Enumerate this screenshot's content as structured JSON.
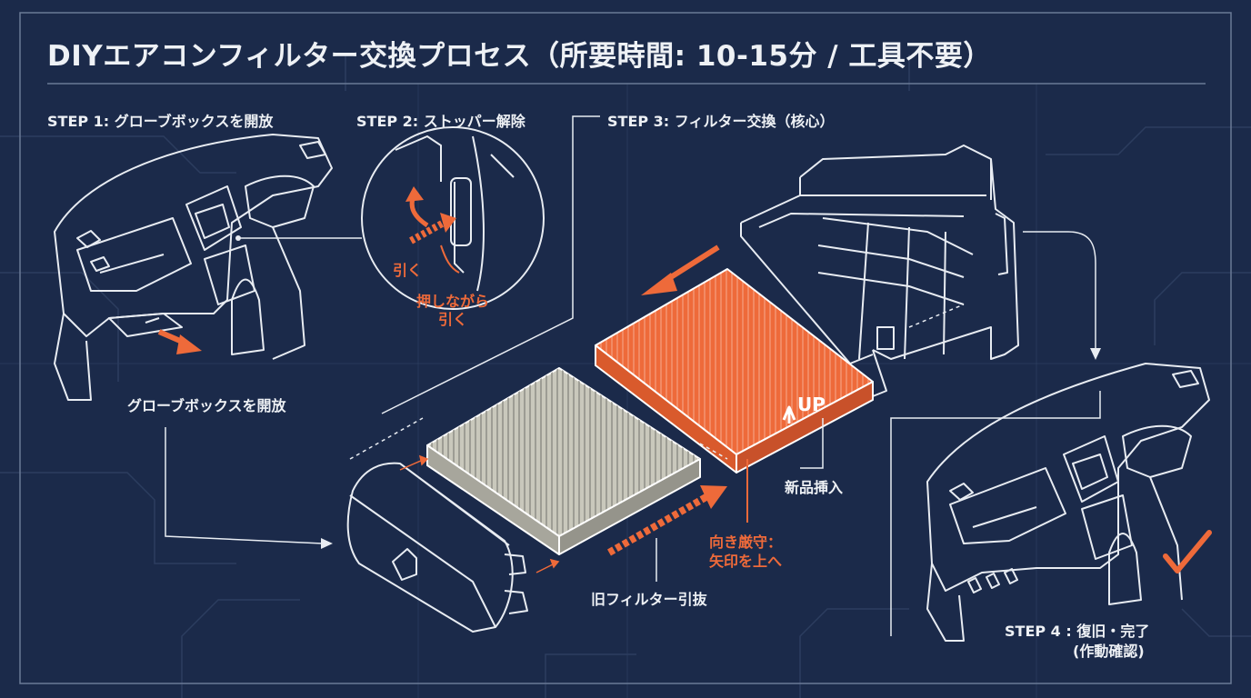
{
  "title": "DIYエアコンフィルター交換プロセス（所要時間: 10-15分 / 工具不要）",
  "steps": {
    "step1": "STEP 1: グローブボックスを開放",
    "step2": "STEP 2: ストッパー解除",
    "step3": "STEP 3: フィルター交換（核心）",
    "step4_line1": "STEP 4 : 復旧・完了",
    "step4_line2": "(作動確認)"
  },
  "annotations": {
    "open_glovebox": "グローブボックスを開放",
    "pull": "引く",
    "push_pull_line1": "押しながら",
    "push_pull_line2": "引く",
    "up_mark": "UP",
    "insert_new": "新品挿入",
    "direction_line1": "向き厳守：",
    "direction_line2": "矢印を上へ",
    "remove_old": "旧フィルター引抜"
  },
  "colors": {
    "background": "#1b2a4a",
    "line": "#e8ecf2",
    "accent": "#ee6a3a",
    "circuit": "#2c3d5f"
  }
}
